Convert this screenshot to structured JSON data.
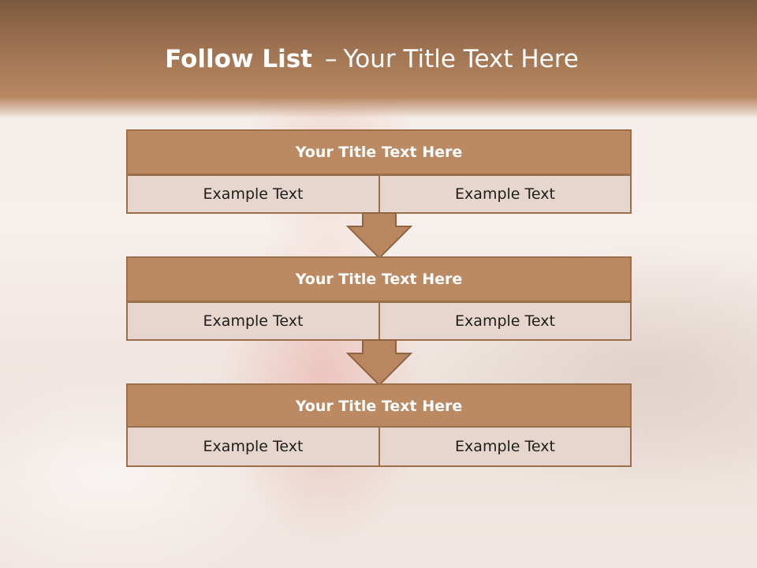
{
  "slide": {
    "title_strong": "Follow List",
    "title_separator": "–",
    "title_rest": "Your Title Text Here"
  },
  "blocks": [
    {
      "title": "Your Title Text Here",
      "left_text": "Example Text",
      "right_text": "Example Text"
    },
    {
      "title": "Your Title Text Here",
      "left_text": "Example Text",
      "right_text": "Example Text"
    },
    {
      "title": "Your Title Text Here",
      "left_text": "Example Text",
      "right_text": "Example Text"
    }
  ],
  "colors": {
    "header_band": "#a87a57",
    "title_box": "#bb8a63",
    "cell_box": "#e6d6cd",
    "border": "#9c6f4b",
    "arrow_fill": "#b98660"
  },
  "icons": {
    "connector": "down-arrow-icon"
  }
}
